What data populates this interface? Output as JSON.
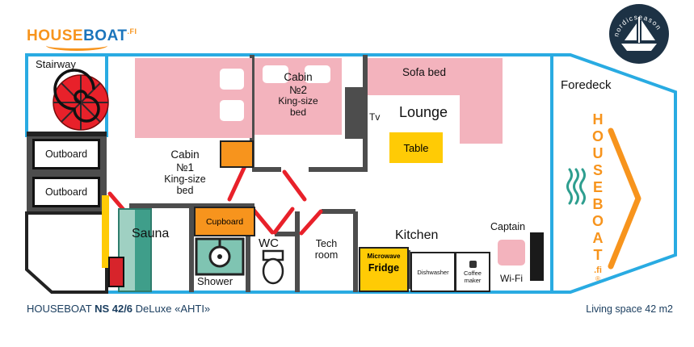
{
  "header": {
    "logo": {
      "house": "HOUSE",
      "boat": "BOAT",
      "fi": ".FI"
    },
    "badge": "nordicseason"
  },
  "plan": {
    "stairway": "Stairway",
    "outboard_top": "Outboard",
    "outboard_bottom": "Outboard",
    "cabin1": {
      "line1": "Cabin",
      "line2": "№1",
      "line3": "King-size",
      "line4": "bed"
    },
    "cabin2": {
      "line1": "Cabin",
      "line2": "№2",
      "line3": "King-size",
      "line4": "bed"
    },
    "tv": "Tv",
    "sofa_bed": "Sofa bed",
    "lounge": "Lounge",
    "table": "Table",
    "sauna": "Sauna",
    "cupboard": "Cupboard",
    "shower": "Shower",
    "wc": "WC",
    "tech_room": {
      "line1": "Tech",
      "line2": "room"
    },
    "kitchen": "Kitchen",
    "fridge": {
      "line1": "Microwave",
      "line2": "Fridge"
    },
    "dishwasher": "Dishwasher",
    "coffee_maker": {
      "line1": "Coffee",
      "line2": "maker"
    },
    "captain": "Captain",
    "wifi": "Wi-Fi",
    "foredeck": "Foredeck"
  },
  "foredeck_brand": {
    "word": "HOUSEBOAT",
    "fi": ".fi",
    "reg": "®"
  },
  "footer": {
    "brand": "HOUSEBOAT",
    "model": "NS 42/6",
    "variant": "DeLuxe «AHTI»",
    "living_space": "Living space 42 m2"
  },
  "colors": {
    "hull_blue": "#29abe2",
    "wall_dark": "#4d4d4d",
    "door_red": "#e8212a",
    "bed_pink": "#f3b3bd",
    "accent_yellow": "#ffcb05",
    "sauna_teal": "#47a18c",
    "accent_orange": "#f7941d",
    "brand_blue": "#1b75bc",
    "navy_text": "#1c3f60",
    "badge_navy": "#1d3245"
  }
}
